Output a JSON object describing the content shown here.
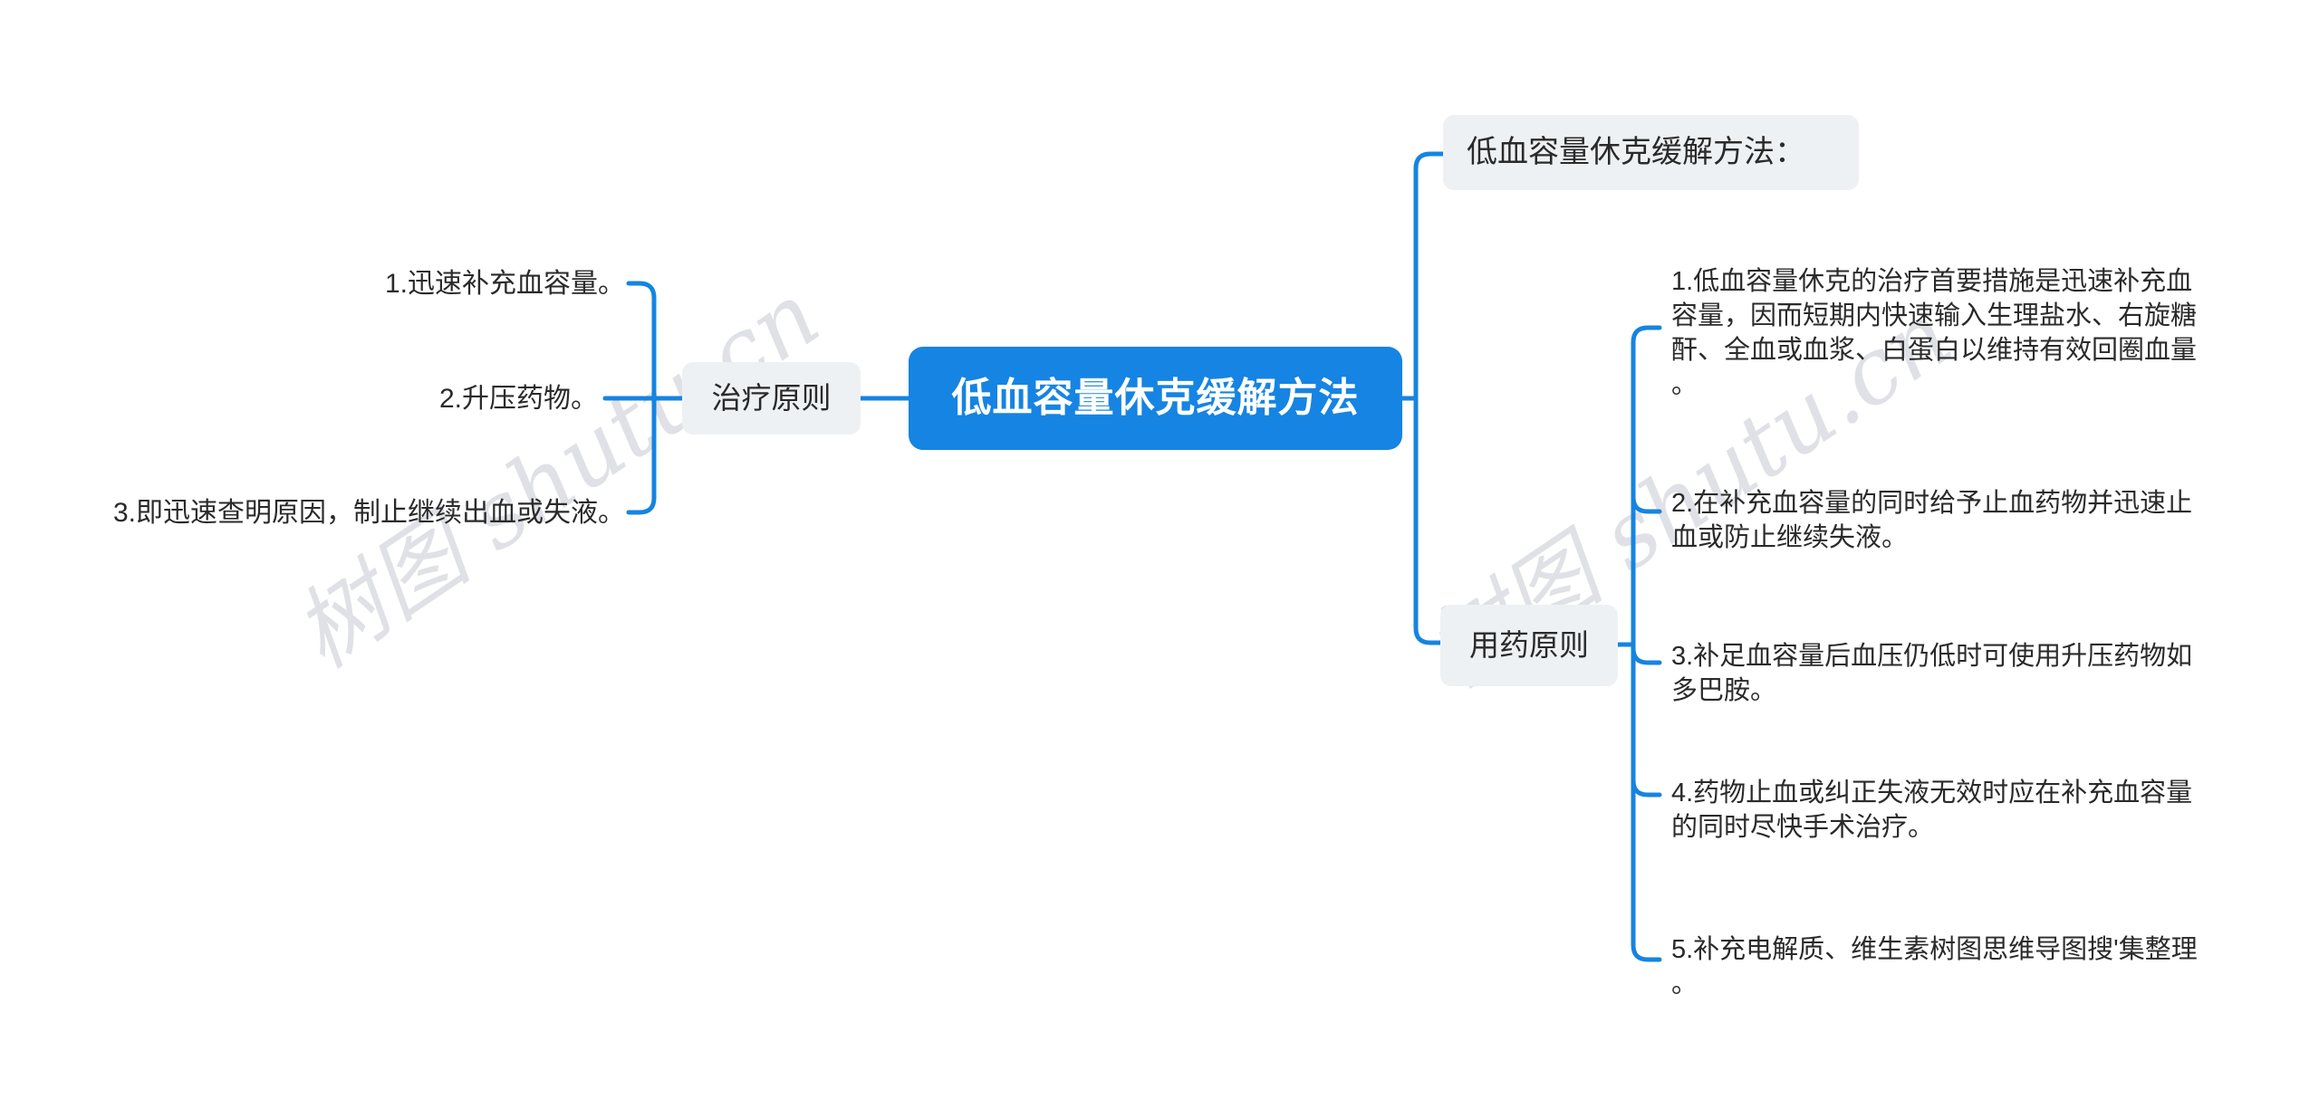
{
  "colors": {
    "accent_blue": "#1584e2",
    "node_gray_bg": "#eef1f4",
    "text_dark": "#2a2a2a",
    "root_text_color": "#ffffff"
  },
  "watermark_text": "树图 shutu.cn",
  "mindmap": {
    "root": "低血容量休克缓解方法",
    "left_branch": {
      "label": "治疗原则",
      "items": [
        "1.迅速补充血容量。",
        "2.升压药物。",
        "3.即迅速查明原因，制止继续出血或失液。"
      ]
    },
    "right_branch": {
      "floating_label": "低血容量休克缓解方法：",
      "label": "用药原则",
      "items": [
        "1.低血容量休克的治疗首要措施是迅速补充血容量，因而短期内快速输入生理盐水、右旋糖酐、全血或血浆、白蛋白以维持有效回圈血量。",
        "2.在补充血容量的同时给予止血药物并迅速止血或防止继续失液。",
        "3.补足血容量后血压仍低时可使用升压药物如多巴胺。",
        "4.药物止血或纠正失液无效时应在补充血容量的同时尽快手术治疗。",
        "5.补充电解质、维生素树图思维导图搜'集整理。"
      ]
    }
  }
}
